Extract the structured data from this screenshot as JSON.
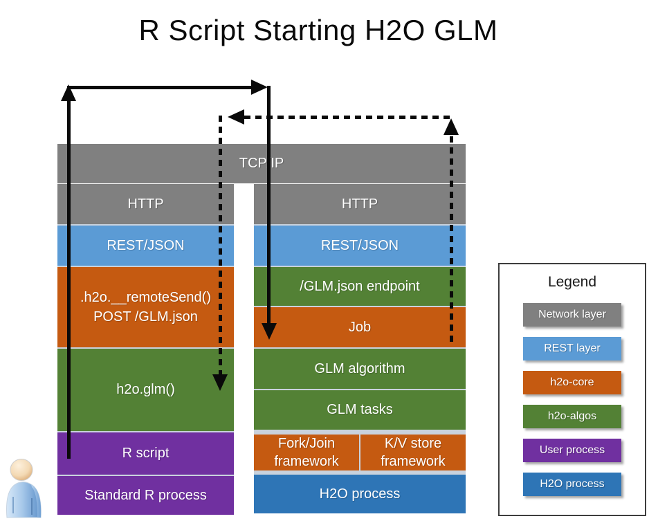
{
  "title": "R Script Starting H2O GLM",
  "colors": {
    "network": "#808080",
    "rest": "#5B9BD5",
    "core": "#C55A11",
    "algos": "#538135",
    "user": "#7030A0",
    "h2o": "#2E75B6"
  },
  "network_bar": {
    "label": "TCP/IP"
  },
  "left_stack": {
    "http": "HTTP",
    "rest": "REST/JSON",
    "remote_send_line1": ".h2o.__remoteSend()",
    "remote_send_line2": "POST /GLM.json",
    "glm_call": "h2o.glm()",
    "r_script": "R script",
    "process": "Standard R process"
  },
  "right_stack": {
    "http": "HTTP",
    "rest": "REST/JSON",
    "endpoint": "/GLM.json endpoint",
    "job": "Job",
    "algorithm": "GLM algorithm",
    "tasks": "GLM tasks",
    "forkjoin": "Fork/Join framework",
    "kvstore": "K/V store framework",
    "process": "H2O process"
  },
  "arrows": {
    "request_style": "solid",
    "response_style": "dashed"
  },
  "icons": {
    "person": "user-person-icon"
  },
  "legend": {
    "title": "Legend",
    "items": [
      {
        "label": "Network layer",
        "color": "#808080"
      },
      {
        "label": "REST layer",
        "color": "#5B9BD5"
      },
      {
        "label": "h2o-core",
        "color": "#C55A11"
      },
      {
        "label": "h2o-algos",
        "color": "#538135"
      },
      {
        "label": "User process",
        "color": "#7030A0"
      },
      {
        "label": "H2O process",
        "color": "#2E75B6"
      }
    ]
  }
}
